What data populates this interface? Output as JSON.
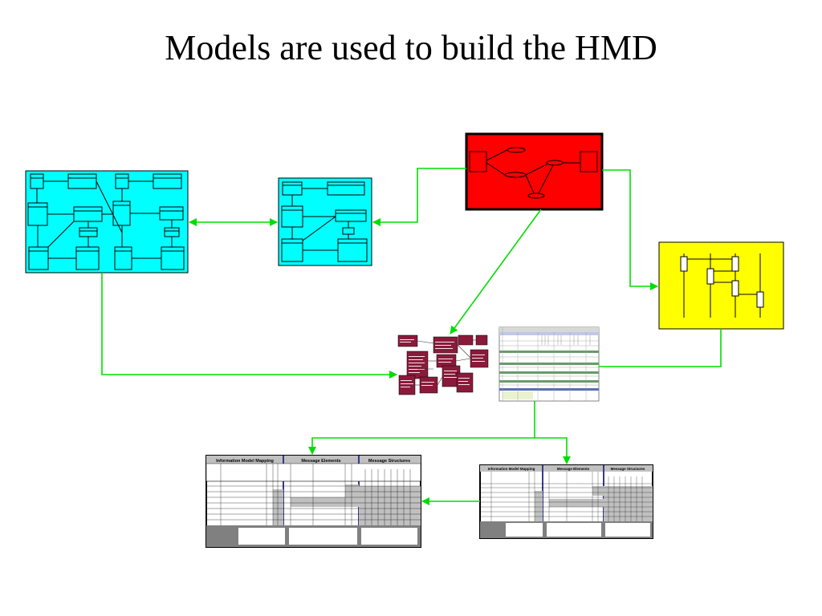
{
  "slide": {
    "title": "Models are used to build the HMD"
  },
  "colors": {
    "cyan_model": "#00ffff",
    "red_model": "#ff0000",
    "yellow_model": "#ffff00",
    "arrow_green": "#00dd00",
    "rmim_maroon": "#8b1a3a",
    "hmd_header_gray": "#c0c0c0",
    "hmd_footer_gray": "#808080"
  },
  "hmd_table": {
    "section_mapping": "Information Model Mapping",
    "section_elements": "Message Elements",
    "section_structures": "Message Structures"
  },
  "icons": {
    "cyan_large": "class-diagram-icon",
    "cyan_small": "class-diagram-icon",
    "red": "state-diagram-icon",
    "yellow": "sequence-diagram-icon",
    "rmim": "rmim-diagram-icon",
    "spreadsheet": "spreadsheet-icon",
    "hmd": "hmd-table-icon"
  }
}
